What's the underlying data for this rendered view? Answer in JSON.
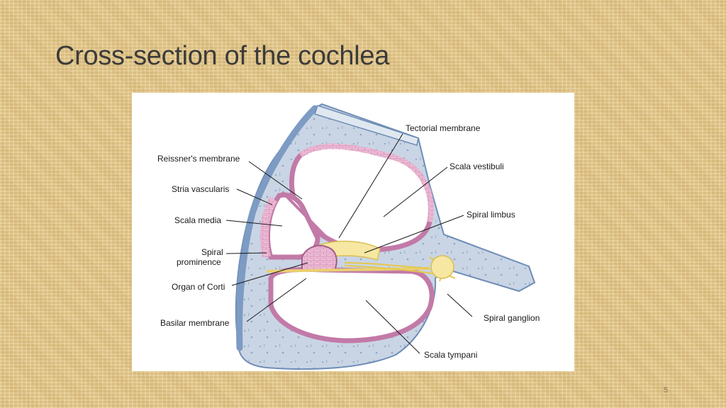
{
  "slide": {
    "title": "Cross-section of the cochlea",
    "page_number": "5"
  },
  "diagram": {
    "labels": {
      "tectorial_membrane": "Tectorial membrane",
      "scala_vestibuli": "Scala vestibuli",
      "reissners_membrane": "Reissner's membrane",
      "stria_vascularis": "Stria vascularis",
      "scala_media": "Scala media",
      "spiral_limbus": "Spiral limbus",
      "spiral_prominence_line1": "Spiral",
      "spiral_prominence_line2": "prominence",
      "organ_of_corti": "Organ of Corti",
      "spiral_ganglion": "Spiral ganglion",
      "basilar_membrane": "Basilar membrane",
      "scala_tympani": "Scala tympani"
    },
    "colors": {
      "bone": "#c6d3e2",
      "bone_outline": "#6f8db6",
      "tissue": "#e9b5d1",
      "tissue_outline": "#c27aa8",
      "nerve": "#f2dc6a",
      "chamber": "#ffffff"
    }
  }
}
